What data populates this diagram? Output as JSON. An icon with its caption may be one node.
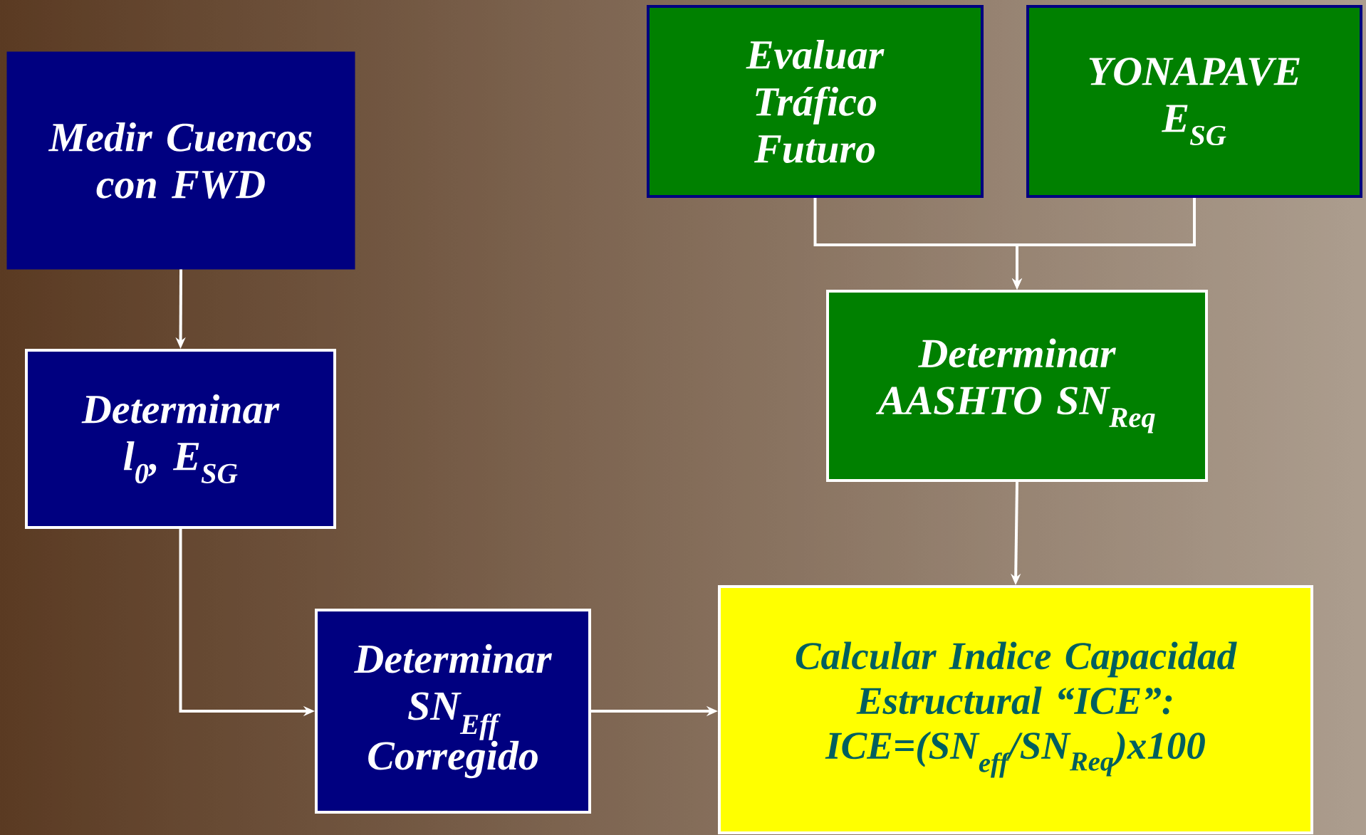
{
  "diagram": {
    "nodes": [
      {
        "text": [
          "Medir Cuencos con FWD"
        ]
      },
      {
        "text": [
          "Evaluar Tráfico Futuro"
        ]
      },
      {
        "text": [
          "YONAPAVE E$_{SG}$"
        ]
      },
      {
        "text": [
          "Determinar l$_{0}$, E$_{SG}$"
        ]
      },
      {
        "text": [
          "Determinar AASHTO SN$_{Req}$"
        ]
      },
      {
        "text": [
          "Determinar SN$_{Eff}$ Corregido"
        ]
      },
      {
        "text": [
          "Calcular Indice Capacidad Estructural “ICE”: ICE=(SN$_{eff}$/SN$_{Req}$)x100"
        ]
      }
    ],
    "edges": [
      {
        "from": 0,
        "to": 3,
        "arrow": "to"
      },
      {
        "from": 1,
        "to": 4,
        "arrow": "to"
      },
      {
        "from": 2,
        "to": 4,
        "arrow": "to"
      },
      {
        "from": 4,
        "to": 6,
        "arrow": "to"
      },
      {
        "from": 3,
        "to": 5,
        "arrow": "to"
      },
      {
        "from": 5,
        "to": 6,
        "arrow": "to"
      }
    ]
  }
}
